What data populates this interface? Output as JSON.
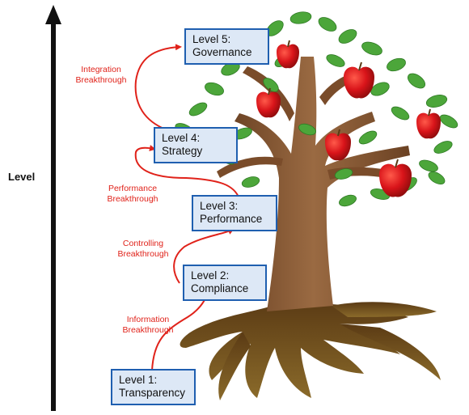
{
  "axis": {
    "title": "Level"
  },
  "levels": [
    {
      "line1": "Level 1:",
      "line2": "Transparency"
    },
    {
      "line1": "Level 2:",
      "line2": "Compliance"
    },
    {
      "line1": "Level 3:",
      "line2": "Performance"
    },
    {
      "line1": "Level 4:",
      "line2": "Strategy"
    },
    {
      "line1": "Level 5:",
      "line2": "Governance"
    }
  ],
  "transitions": [
    {
      "line1": "Information",
      "line2": "Breakthrough"
    },
    {
      "line1": "Controlling",
      "line2": "Breakthrough"
    },
    {
      "line1": "Performance",
      "line2": "Breakthrough"
    },
    {
      "line1": "Integration",
      "line2": "Breakthrough"
    }
  ],
  "colors": {
    "box_fill": "#dde8f6",
    "box_border": "#1f5fb0",
    "transition_text": "#e0221a",
    "trunk": "#8a5a35",
    "leaf": "#4ca63a",
    "apple": "#d9141a",
    "axis_arrow": "#111111"
  },
  "icons": {
    "apple": "apple-icon",
    "leaf": "leaf-icon",
    "axis": "up-arrow-icon"
  }
}
